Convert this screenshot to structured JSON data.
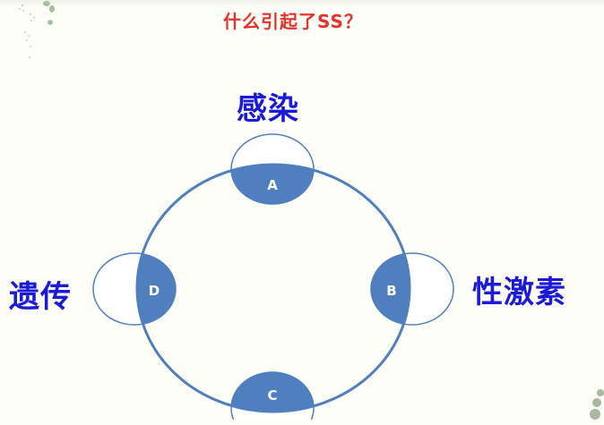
{
  "slide": {
    "title": "什么引起了SS？",
    "colors": {
      "title": "#e8312a",
      "label": "#1a1ad8",
      "ring_stroke": "#4f7fbf",
      "node_fill": "#4f7fbf",
      "background": "#fdfef8"
    }
  },
  "diagram": {
    "nodes": [
      {
        "id": "A",
        "label": "A",
        "factor": "感染",
        "position": "top"
      },
      {
        "id": "B",
        "label": "B",
        "factor": "性激素",
        "position": "right"
      },
      {
        "id": "C",
        "label": "C",
        "factor": "",
        "position": "bottom"
      },
      {
        "id": "D",
        "label": "D",
        "factor": "遗传",
        "position": "left"
      }
    ],
    "labels": {
      "top": "感染",
      "right": "性激素",
      "left": "遗传"
    }
  }
}
